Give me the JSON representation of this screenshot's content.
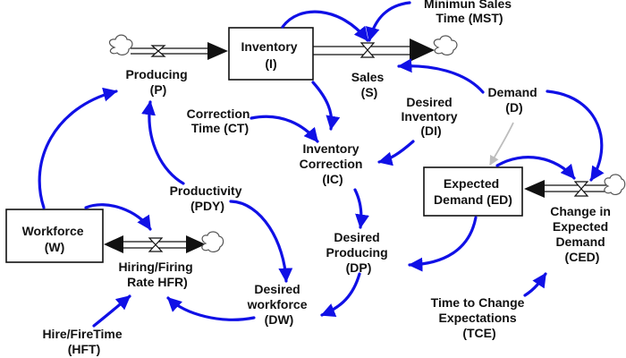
{
  "colors": {
    "link": "#1010e6",
    "gray_link": "#bdbdbd",
    "pipe": "#111111",
    "box_border": "#111111",
    "text": "#111111"
  },
  "labels": {
    "inventory": [
      "Inventory",
      "(I)"
    ],
    "producing": [
      "Producing",
      "(P)"
    ],
    "sales": [
      "Sales",
      "(S)"
    ],
    "mst": [
      "Minimun Sales",
      "Time (MST)"
    ],
    "demand": [
      "Demand",
      "(D)"
    ],
    "desired_inventory": [
      "Desired",
      "Inventory",
      "(DI)"
    ],
    "correction_time": [
      "Correction",
      "Time (CT)"
    ],
    "inventory_correction": [
      "Inventory",
      "Correction",
      "(IC)"
    ],
    "productivity": [
      "Productivity",
      "(PDY)"
    ],
    "expected_demand": [
      "Expected",
      "Demand (ED)"
    ],
    "change_expected_demand": [
      "Change in",
      "Expected",
      "Demand",
      "(CED)"
    ],
    "workforce": [
      "Workforce",
      "(W)"
    ],
    "hiring_firing": [
      "Hiring/Firing",
      "Rate HFR)"
    ],
    "desired_producing": [
      "Desired",
      "Producing",
      "(DP)"
    ],
    "desired_workforce": [
      "Desired",
      "workforce",
      "(DW)"
    ],
    "time_change_expectations": [
      "Time to Change",
      "Expectations",
      "(TCE)"
    ],
    "hire_fire_time": [
      "Hire/FireTime",
      "(HFT)"
    ]
  }
}
